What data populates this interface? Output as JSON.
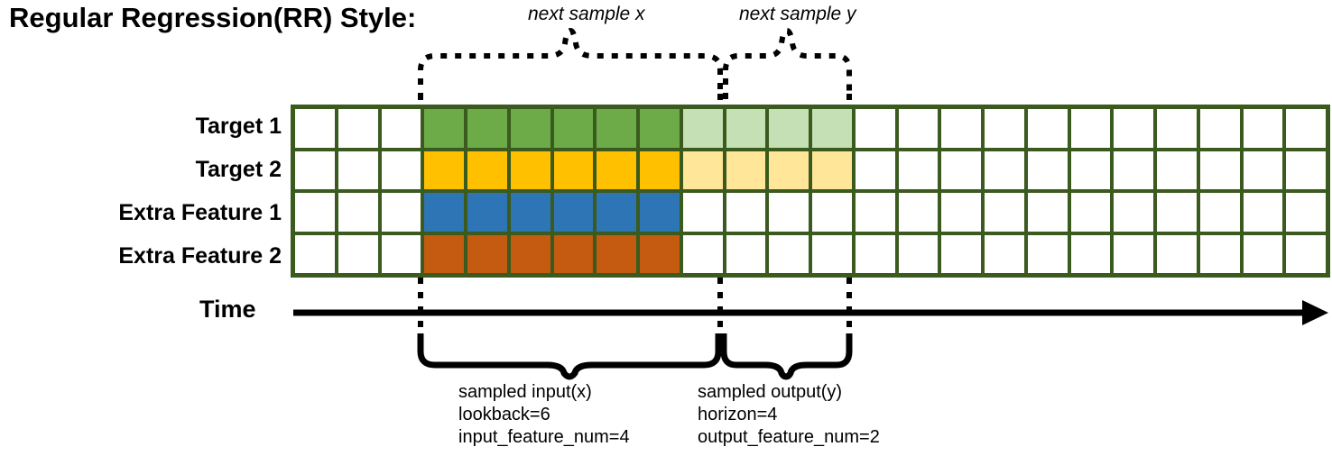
{
  "title": "Regular Regression(RR) Style:",
  "top_captions": {
    "x": "next sample x",
    "y": "next sample y"
  },
  "rows": [
    {
      "label": "Target 1",
      "color": "#6cab48",
      "light_color": "#c5e0b4"
    },
    {
      "label": "Target 2",
      "color": "#ffc000",
      "light_color": "#ffe699"
    },
    {
      "label": "Extra Feature 1",
      "color": "#2e75b6",
      "light_color": null
    },
    {
      "label": "Extra Feature 2",
      "color": "#c55a11",
      "light_color": null
    }
  ],
  "axis": {
    "label": "Time"
  },
  "grid": {
    "columns": 24,
    "rows": 4,
    "border_color": "#3a5a1e",
    "empty_color": "#ffffff",
    "input_start_col": 4,
    "input_end_col": 9,
    "output_start_col": 10,
    "output_end_col": 13
  },
  "bottom_captions": {
    "input": "sampled input(x)\nlookback=6\ninput_feature_num=4",
    "output": "sampled output(y)\nhorizon=4\noutput_feature_num=2"
  },
  "chart_data": {
    "type": "heatmap",
    "title": "Regular Regression(RR) Style:",
    "xlabel": "Time",
    "ylabel": "",
    "categories": [
      "Target 1",
      "Target 2",
      "Extra Feature 1",
      "Extra Feature 2"
    ],
    "series": [
      {
        "name": "Target 1",
        "values": [
          "empty",
          "empty",
          "empty",
          "input",
          "input",
          "input",
          "input",
          "input",
          "input",
          "output",
          "output",
          "output",
          "output",
          "empty",
          "empty",
          "empty",
          "empty",
          "empty",
          "empty",
          "empty",
          "empty",
          "empty",
          "empty",
          "empty"
        ]
      },
      {
        "name": "Target 2",
        "values": [
          "empty",
          "empty",
          "empty",
          "input",
          "input",
          "input",
          "input",
          "input",
          "input",
          "output",
          "output",
          "output",
          "output",
          "empty",
          "empty",
          "empty",
          "empty",
          "empty",
          "empty",
          "empty",
          "empty",
          "empty",
          "empty",
          "empty"
        ]
      },
      {
        "name": "Extra Feature 1",
        "values": [
          "empty",
          "empty",
          "empty",
          "input",
          "input",
          "input",
          "input",
          "input",
          "input",
          "empty",
          "empty",
          "empty",
          "empty",
          "empty",
          "empty",
          "empty",
          "empty",
          "empty",
          "empty",
          "empty",
          "empty",
          "empty",
          "empty",
          "empty"
        ]
      },
      {
        "name": "Extra Feature 2",
        "values": [
          "empty",
          "empty",
          "empty",
          "input",
          "input",
          "input",
          "input",
          "input",
          "input",
          "empty",
          "empty",
          "empty",
          "empty",
          "empty",
          "empty",
          "empty",
          "empty",
          "empty",
          "empty",
          "empty",
          "empty",
          "empty",
          "empty",
          "empty"
        ]
      }
    ],
    "annotations": [
      {
        "text": "next sample x",
        "span_cols": [
          4,
          9
        ]
      },
      {
        "text": "next sample y",
        "span_cols": [
          10,
          13
        ]
      },
      {
        "text": "sampled input(x) lookback=6 input_feature_num=4",
        "span_cols": [
          4,
          9
        ]
      },
      {
        "text": "sampled output(y) horizon=4 output_feature_num=2",
        "span_cols": [
          10,
          13
        ]
      }
    ],
    "grid": true,
    "legend": "none"
  }
}
